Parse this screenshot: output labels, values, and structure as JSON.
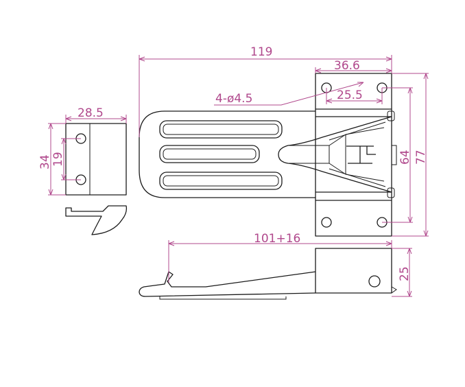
{
  "colors": {
    "outline": "#1a1a1a",
    "dimension": "#b0488c",
    "background": "#ffffff"
  },
  "dimensions": {
    "overall_length": "119",
    "bracket_width": "36.6",
    "hole_spacing": "25.5",
    "hole_callout": "4-ø4.5",
    "side_block_width": "28.5",
    "side_height_outer": "34",
    "side_height_inner": "19",
    "bracket_hole_spacing": "64",
    "bracket_height": "77",
    "reach": "101+16",
    "block_height": "25"
  }
}
